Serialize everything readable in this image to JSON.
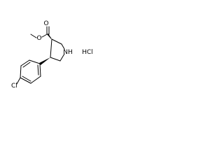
{
  "molecule": {
    "atoms": {
      "carbonyl_oxygen": "O",
      "ester_oxygen": "O",
      "ring_nitrogen": "NH",
      "chlorine": "Cl",
      "salt": "HCl"
    },
    "colors": {
      "stroke": "#000000",
      "background": "#ffffff"
    }
  }
}
